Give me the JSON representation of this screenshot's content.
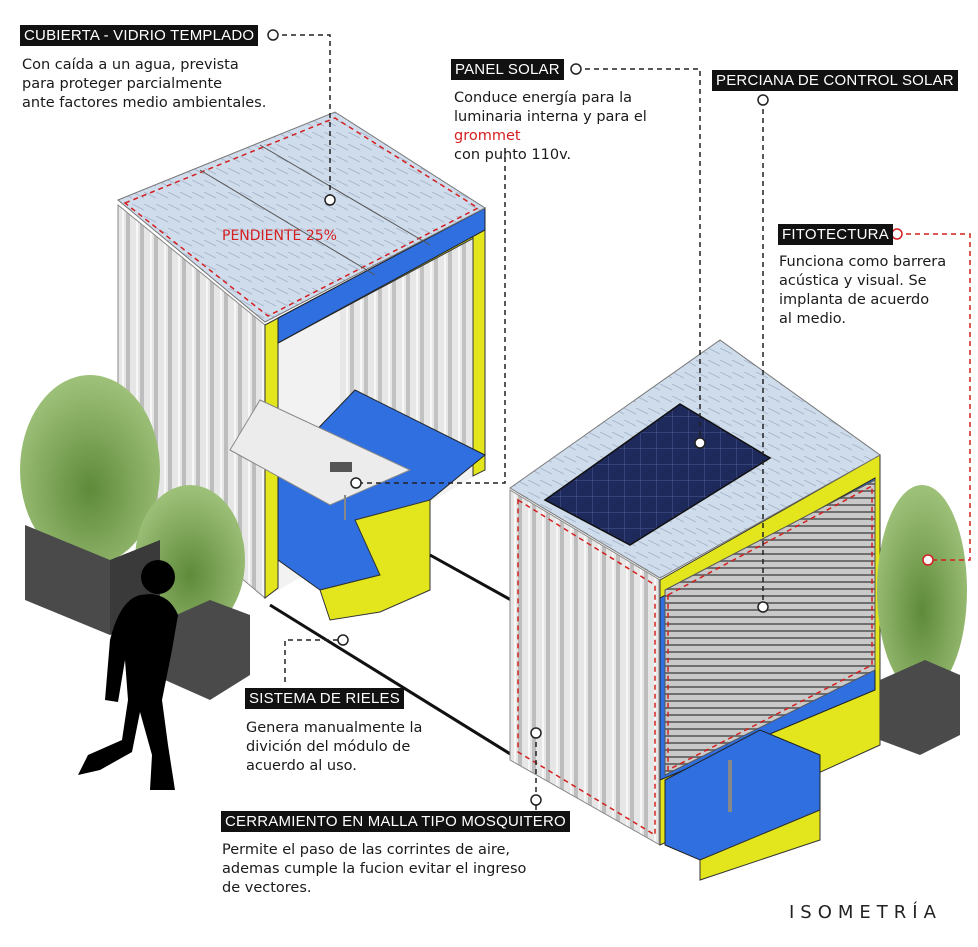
{
  "title": "ISOMETRÍA",
  "slope_label": "PENDIENTE 25%",
  "colors": {
    "accent_yellow": "#e3e61c",
    "floor_blue": "#2f6fe0",
    "glass": "#bcd0e8",
    "leader_red": "#d42020",
    "leader_dark": "#222222"
  },
  "callouts": {
    "roof": {
      "tag": "CUBIERTA - VIDRIO TEMPLADO",
      "lines": [
        "Con caída a un agua, prevista",
        "para proteger parcialmente",
        "ante factores medio ambientales."
      ]
    },
    "solar": {
      "tag": "PANEL SOLAR",
      "line1": "Conduce energía para la",
      "line2": "luminaria interna y para el",
      "line3_highlight": "grommet",
      "line3_rest": " con punto 110v."
    },
    "blind": {
      "tag": "PERCIANA DE CONTROL SOLAR"
    },
    "green": {
      "tag": "FITOTECTURA",
      "lines": [
        "Funciona como barrera",
        "acústica y visual. Se",
        "implanta de acuerdo",
        "al medio."
      ]
    },
    "rails": {
      "tag": "SISTEMA DE RIELES",
      "lines": [
        "Genera manualmente la",
        "divición del módulo de",
        "acuerdo al uso."
      ]
    },
    "mesh": {
      "tag": "CERRAMIENTO EN MALLA TIPO MOSQUITERO",
      "lines": [
        "Permite el paso de las corrintes de aire,",
        "ademas cumple la fucion evitar el ingreso",
        "de vectores."
      ]
    }
  }
}
